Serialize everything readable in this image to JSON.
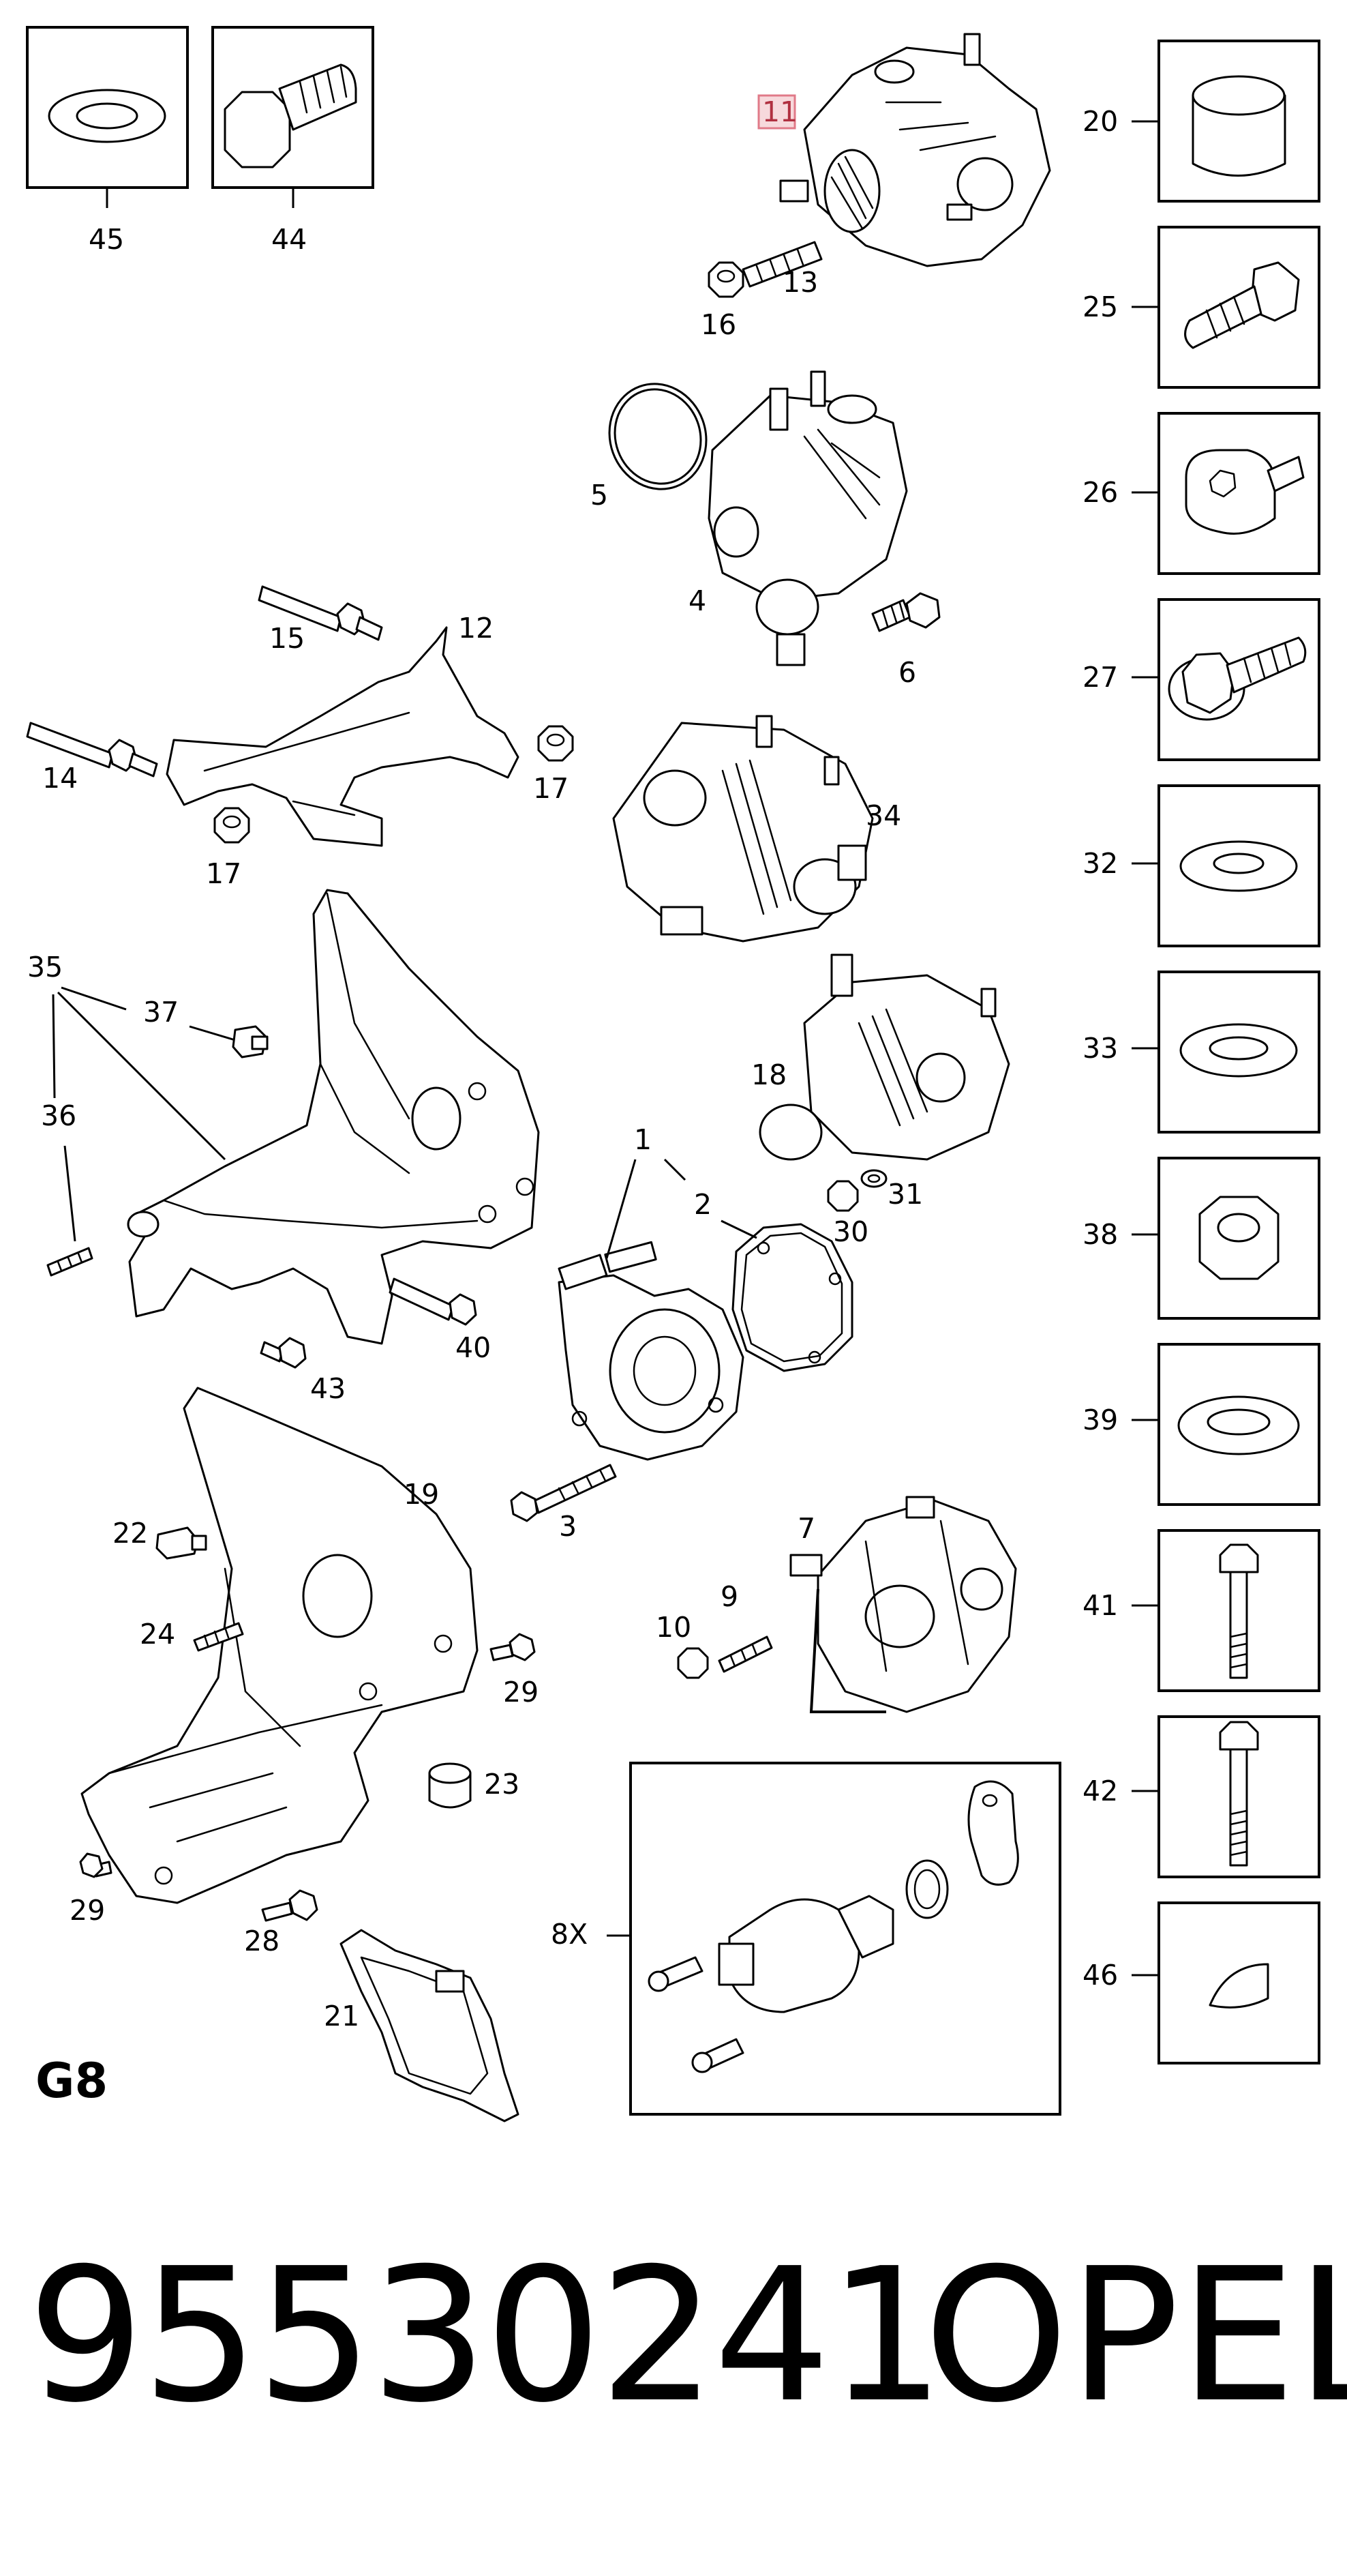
{
  "diagram": {
    "page_code": "G8",
    "part_number": "95530241",
    "brand": "OPEL",
    "highlighted_callout": "11",
    "highlight_color": "#f7d9dc",
    "callouts": {
      "c1": "1",
      "c2": "2",
      "c3": "3",
      "c4": "4",
      "c5": "5",
      "c6": "6",
      "c7": "7",
      "c8x": "8X",
      "c9": "9",
      "c10": "10",
      "c11": "11",
      "c12": "12",
      "c13": "13",
      "c14": "14",
      "c15": "15",
      "c16": "16",
      "c17a": "17",
      "c17b": "17",
      "c18": "18",
      "c19": "19",
      "c20": "20",
      "c21": "21",
      "c22": "22",
      "c23": "23",
      "c24": "24",
      "c25": "25",
      "c26": "26",
      "c27": "27",
      "c28": "28",
      "c29a": "29",
      "c29b": "29",
      "c30": "30",
      "c31": "31",
      "c32": "32",
      "c33": "33",
      "c34": "34",
      "c35": "35",
      "c36": "36",
      "c37": "37",
      "c38": "38",
      "c39": "39",
      "c40": "40",
      "c41": "41",
      "c42": "42",
      "c43": "43",
      "c44": "44",
      "c45": "45",
      "c46": "46"
    }
  }
}
